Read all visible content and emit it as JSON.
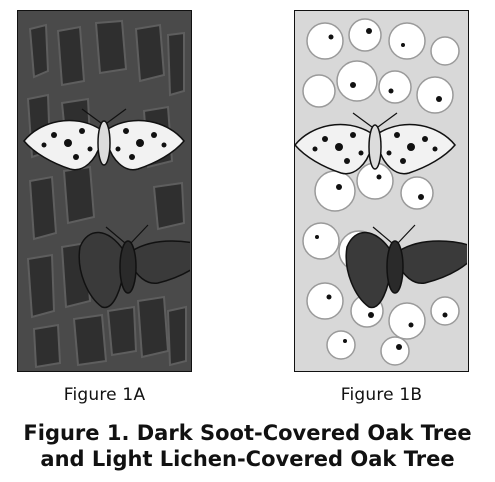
{
  "figures": [
    {
      "caption": "Figure 1A",
      "background": "dark soot-covered bark",
      "bark_color": "#4a4a4a"
    },
    {
      "caption": "Figure 1B",
      "background": "light lichen-covered bark",
      "bark_color": "#d8d8d8"
    }
  ],
  "title_line1": "Figure 1. Dark Soot-Covered Oak Tree",
  "title_line2": "and Light Lichen-Covered Oak Tree",
  "moths": {
    "light_moth": "light-peppered-moth-icon",
    "dark_moth": "dark-peppered-moth-icon"
  }
}
